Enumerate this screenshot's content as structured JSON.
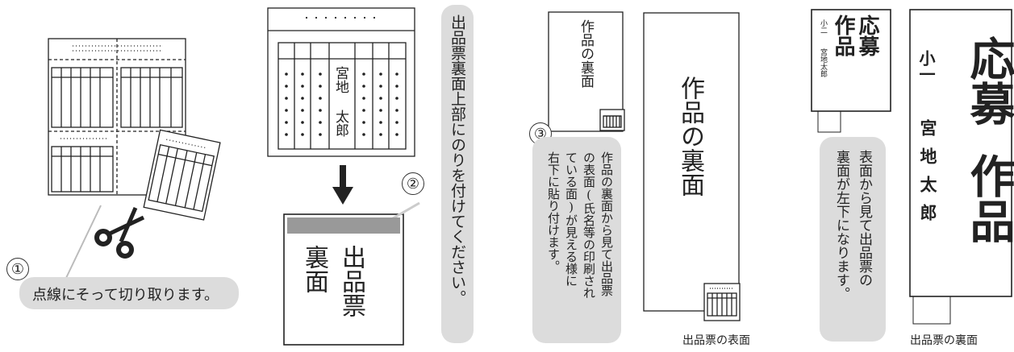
{
  "step1": {
    "number": "①",
    "caption": "点線にそって切り取ります。",
    "icon": "scissors-icon"
  },
  "step2": {
    "number": "②",
    "form_name": "宮地 太郎",
    "back_label_left": "裏面",
    "back_label_right": "出品票",
    "caption": "出品票裏面上部にのりを付けてください。"
  },
  "step3": {
    "number": "③",
    "small_back_text": "作品の裏面",
    "large_back_text": "作品の裏面",
    "caption_line1": "作品の裏面から見て出品票",
    "caption_line2": "の表面(氏名等の印刷され",
    "caption_line3": "ている面)が見える様に",
    "caption_line4": "右下に貼り付けます。",
    "label_front": "出品票の表面"
  },
  "step4": {
    "small_title_a": "応募",
    "small_title_b": "作品",
    "small_grade": "小二",
    "small_name": "宮地太郎",
    "large_title_a": "応募",
    "large_title_b": "作品",
    "large_grade": "小一",
    "large_name": "宮地太郎",
    "caption_line1": "表面から見て出品票の",
    "caption_line2": "裏面が左下になります。",
    "label_back": "出品票の裏面"
  },
  "colors": {
    "pill": "#dcdcdc",
    "glue": "#999999",
    "line": "#222222"
  }
}
